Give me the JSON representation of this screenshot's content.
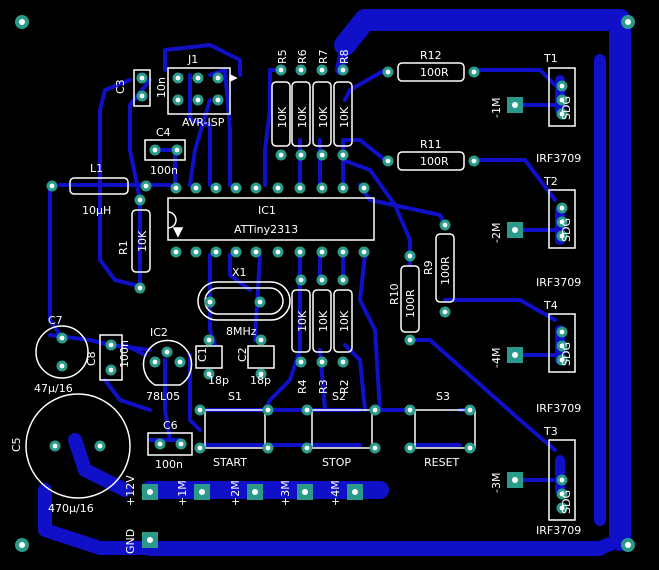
{
  "colors": {
    "background": "#000000",
    "trace": "#1010c8",
    "silk": "#ffffff",
    "pad": "#2a9a8a",
    "pad_hole": "#ffffff"
  },
  "labels": {
    "c3": "C3",
    "c3_val": "10n",
    "j1": "J1",
    "j1_val": "AVR-ISP",
    "c4": "C4",
    "c4_val": "100n",
    "l1": "L1",
    "l1_val": "10µH",
    "r1": "R1",
    "r1_val": "10K",
    "r5": "R5",
    "r6": "R6",
    "r7": "R7",
    "r8": "R8",
    "r_top_val": "10K",
    "ic1": "IC1",
    "ic1_val": "ATTiny2313",
    "r12": "R12",
    "r12_val": "100R",
    "r11": "R11",
    "r11_val": "100R",
    "r9": "R9",
    "r9_val": "100R",
    "r10": "R10",
    "r10_val": "100R",
    "t1": "T1",
    "t2": "T2",
    "t3": "T3",
    "t4": "T4",
    "t_type": "IRF3709",
    "t_pins": "SDG",
    "out1": "-1M",
    "out2": "-2M",
    "out3": "-3M",
    "out4": "-4M",
    "x1": "X1",
    "x1_val": "8MHz",
    "c1": "C1",
    "c2": "C2",
    "c1_val": "18p",
    "c2_val": "18p",
    "r4": "R4",
    "r3": "R3",
    "r2": "R2",
    "c7": "C7",
    "c7_val": "47µ/16",
    "c8": "C8",
    "c8_val": "100n",
    "ic2": "IC2",
    "ic2_val": "78L05",
    "c6": "C6",
    "c6_val": "100n",
    "c5": "C5",
    "c5_val": "470µ/16",
    "s1": "S1",
    "s1_val": "START",
    "s2": "S2",
    "s2_val": "STOP",
    "s3": "S3",
    "s3_val": "RESET",
    "conn_12v": "+12V",
    "conn_1m": "+1M",
    "conn_2m": "+2M",
    "conn_3m": "+3M",
    "conn_4m": "+4M",
    "gnd": "GND"
  }
}
